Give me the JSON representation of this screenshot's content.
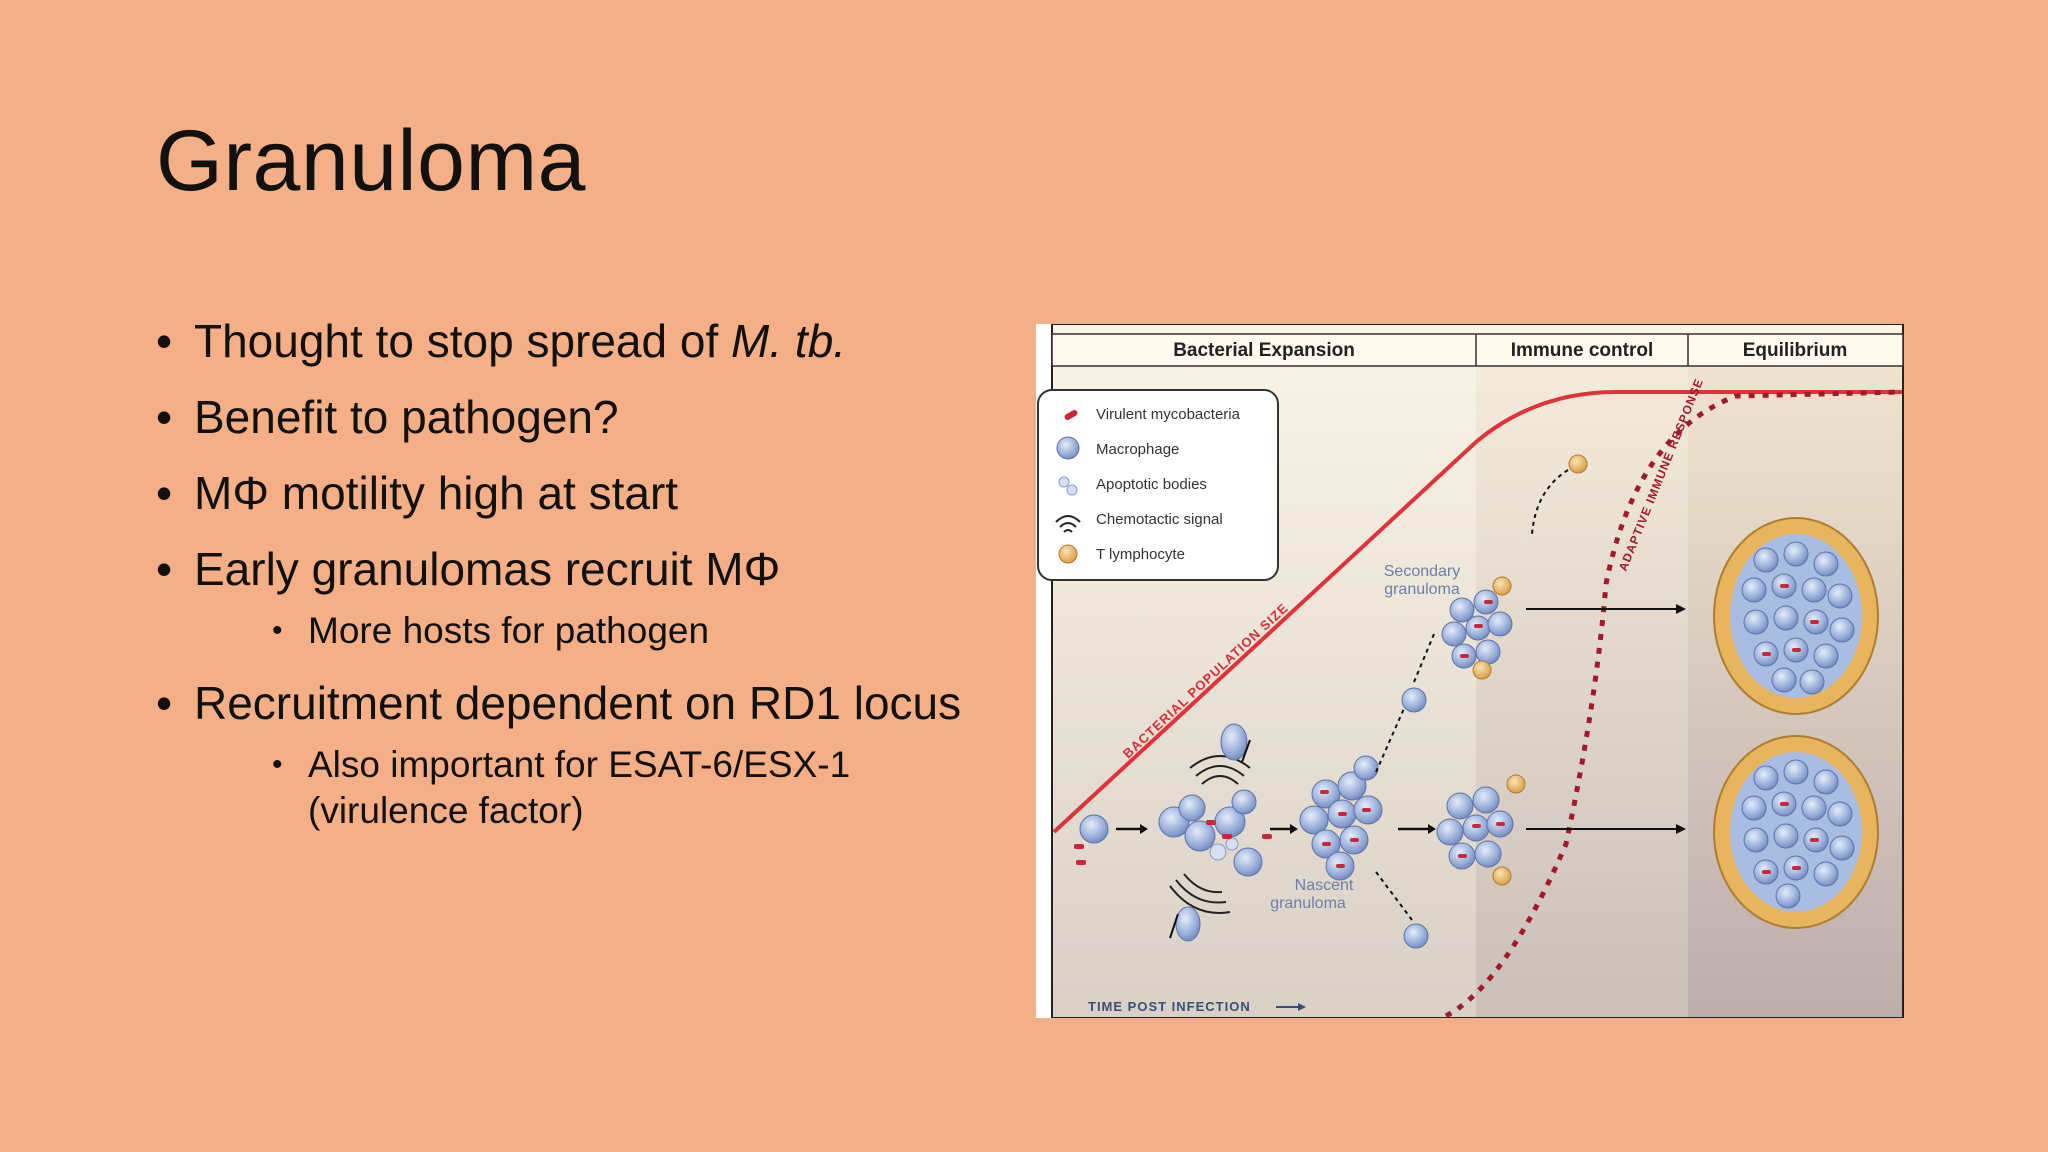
{
  "slide": {
    "title": "Granuloma",
    "bullets": {
      "b1_prefix": "Thought to stop spread of ",
      "b1_italic": "M. tb.",
      "b2": "Benefit to pathogen?",
      "b3": "MΦ motility high at start",
      "b4": "Early granulomas recruit MΦ",
      "b4_sub": "More hosts for pathogen",
      "b5": "Recruitment dependent on RD1 locus",
      "b5_sub_line1": "Also important for ESAT-6/ESX-1",
      "b5_sub_line2": "(virulence factor)"
    }
  },
  "figure": {
    "phases": [
      "Bacterial Expansion",
      "Immune control",
      "Equilibrium"
    ],
    "legend": [
      {
        "label": "Virulent mycobacteria",
        "icon": "mycobacteria-icon"
      },
      {
        "label": "Macrophage",
        "icon": "macrophage-icon"
      },
      {
        "label": "Apoptotic bodies",
        "icon": "apoptotic-bodies-icon"
      },
      {
        "label": "Chemotactic signal",
        "icon": "chemotactic-signal-icon"
      },
      {
        "label": "T lymphocyte",
        "icon": "t-lymphocyte-icon"
      }
    ],
    "curve_labels": {
      "bacterial": "BACTERIAL POPULATION SIZE",
      "adaptive": "ADAPTIVE IMMUNE RESPONSE"
    },
    "annotations": {
      "secondary_line1": "Secondary",
      "secondary_line2": "granuloma",
      "nascent_line1": "Nascent",
      "nascent_line2": "granuloma"
    },
    "time_axis": "TIME POST INFECTION",
    "colors": {
      "bacterial_curve": "#E0323A",
      "adaptive_curve": "#A01A2A",
      "macrophage": "#8FA8D8",
      "t_lymphocyte": "#E9B45E",
      "background": "#F4AF86"
    }
  }
}
